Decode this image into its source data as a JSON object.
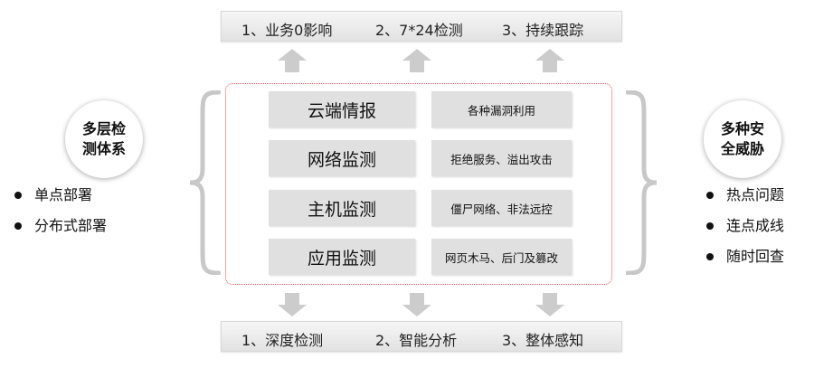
{
  "top_bar": {
    "items": [
      "1、业务0影响",
      "2、7*24检测",
      "3、持续跟踪"
    ]
  },
  "bottom_bar": {
    "items": [
      "1、深度检测",
      "2、智能分析",
      "3、整体感知"
    ]
  },
  "center": {
    "rows": [
      {
        "left": "云端情报",
        "right": "各种漏洞利用"
      },
      {
        "left": "网络监测",
        "right": "拒绝服务、溢出攻击"
      },
      {
        "left": "主机监测",
        "right": "僵尸网络、非法远控"
      },
      {
        "left": "应用监测",
        "right": "网页木马、后门及篡改"
      }
    ]
  },
  "left_panel": {
    "circle_label": "多层检测体系",
    "bullets": [
      "单点部署",
      "分布式部署"
    ]
  },
  "right_panel": {
    "circle_label": "多种安全威胁",
    "bullets": [
      "热点问题",
      "连点成线",
      "随时回查"
    ]
  },
  "colors": {
    "frame_border": "#e0505a",
    "box_fill": "#e0e0e0",
    "arrow_fill": "#cccccc"
  },
  "icons": {
    "arrow": "arrow-icon",
    "brace": "curly-brace-icon",
    "bullet": "bullet-dot-icon"
  }
}
